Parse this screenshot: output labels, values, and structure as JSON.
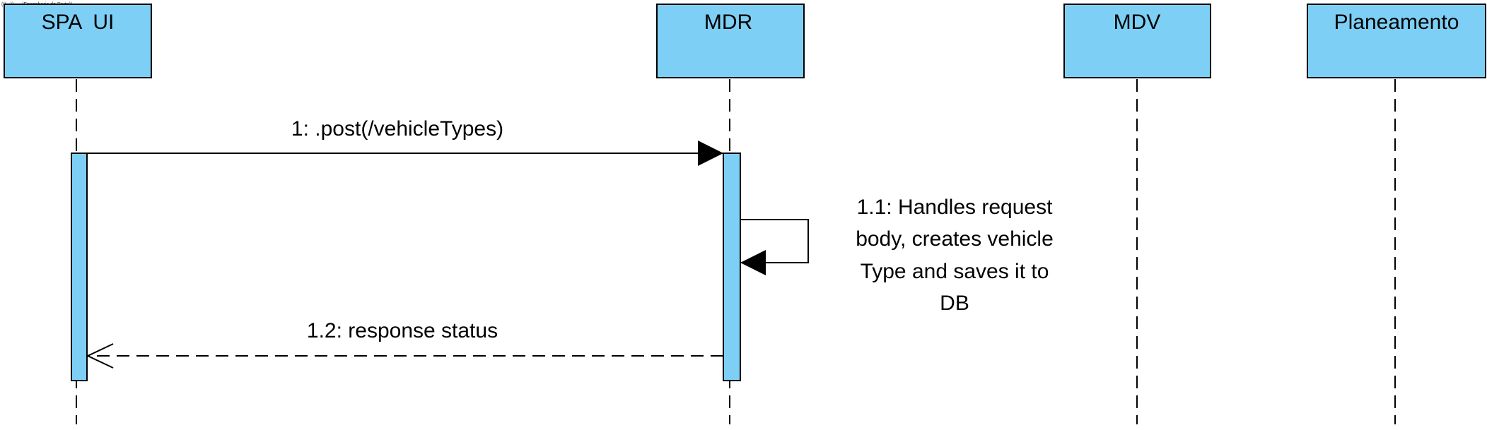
{
  "diagram": {
    "header_note": "(((...)) .... (Engenharia do Porto))",
    "colors": {
      "participant_fill": "#7ecff5",
      "activation_fill": "#7ecff5",
      "line": "#000000",
      "text": "#000000"
    },
    "participants": [
      {
        "name": "SPA  UI"
      },
      {
        "name": "MDR"
      },
      {
        "name": "MDV"
      },
      {
        "name": "Planeamento"
      }
    ],
    "messages": [
      {
        "label": "1: .post(/vehicleTypes)",
        "from": "SPA  UI",
        "to": "MDR",
        "style": "synchronous"
      },
      {
        "label_lines": [
          "1.1: Handles request",
          "body, creates vehicle",
          "Type and saves it to",
          "DB"
        ],
        "from": "MDR",
        "to": "MDR",
        "style": "self-call"
      },
      {
        "label": "1.2: response status",
        "from": "MDR",
        "to": "SPA  UI",
        "style": "reply"
      }
    ]
  }
}
